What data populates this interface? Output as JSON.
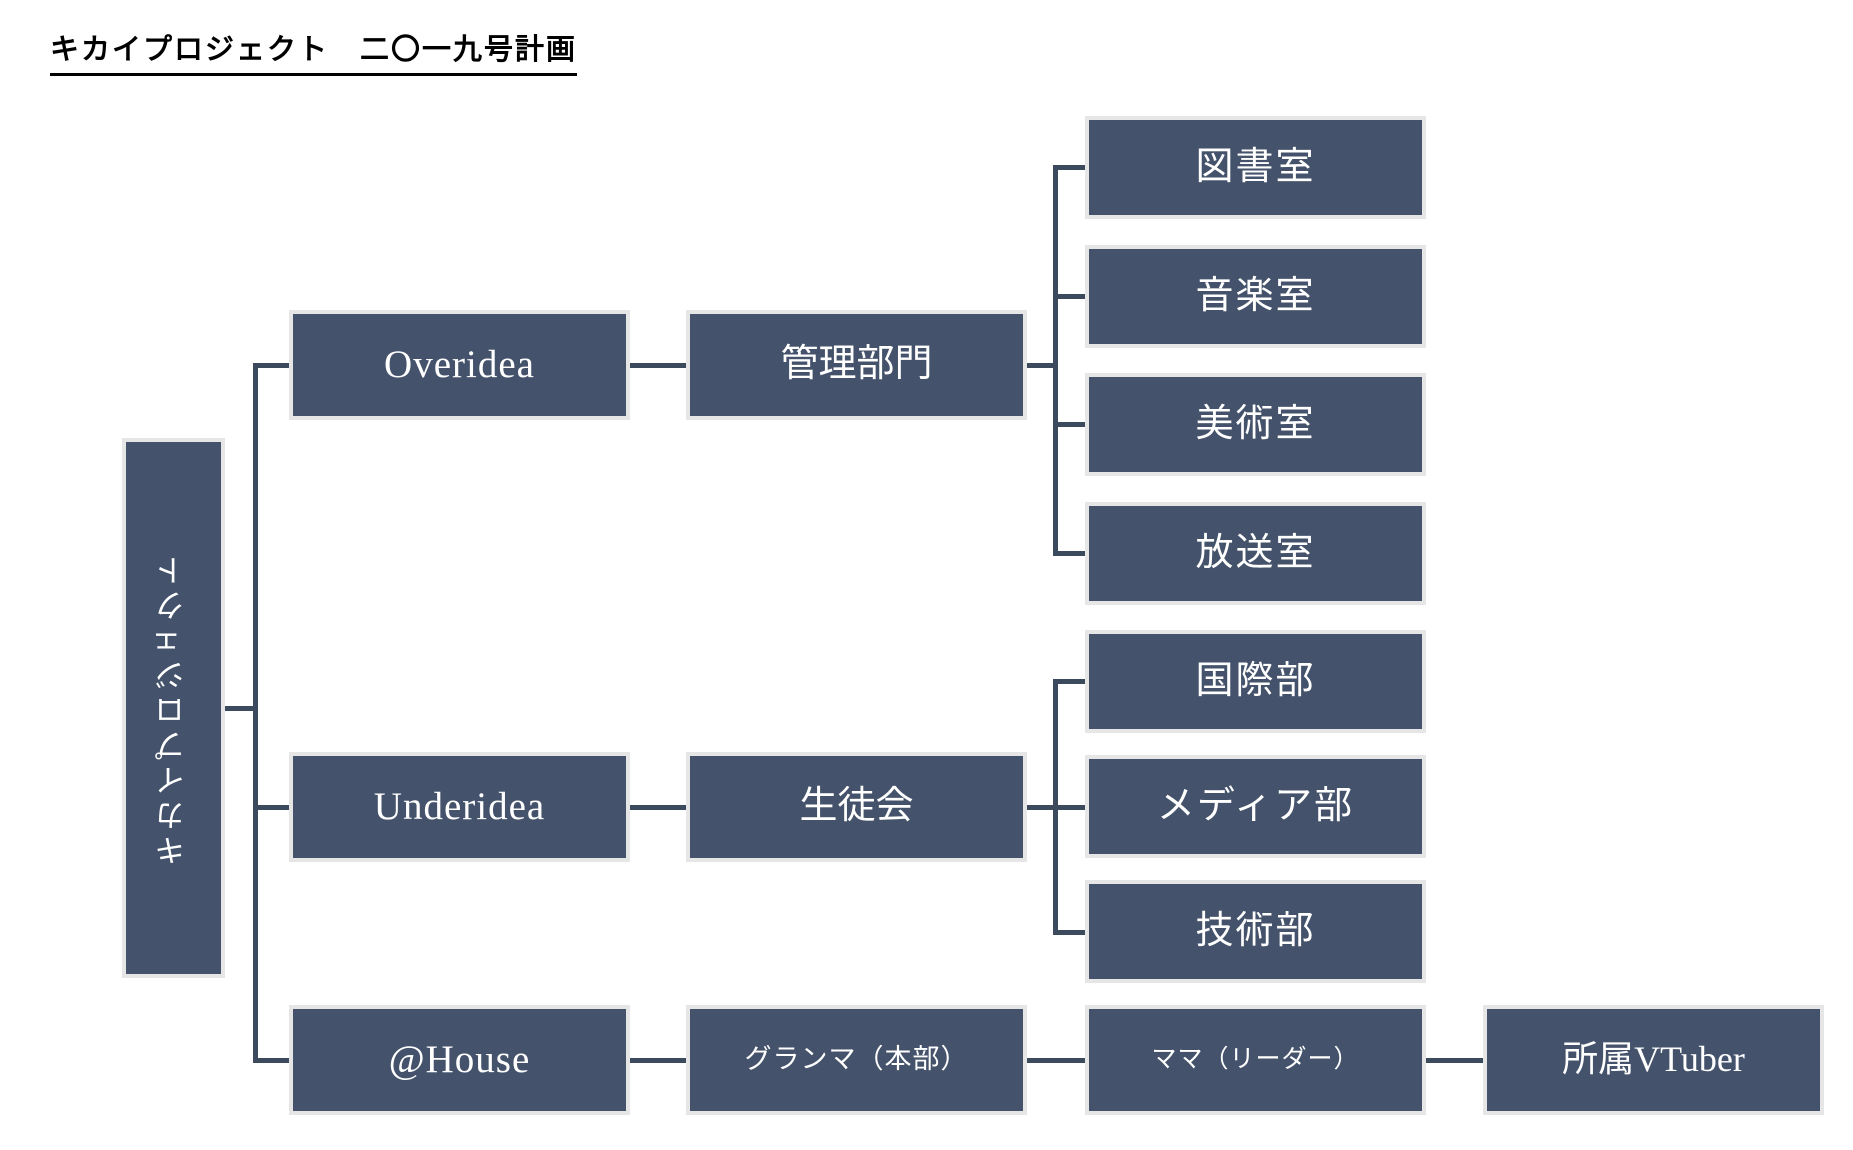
{
  "document": {
    "title": "キカイプロジェクト　二〇一九号計画",
    "type": "organization-chart"
  },
  "colors": {
    "node_fill": "#44536B",
    "node_border": "#E6E6E6",
    "node_text": "#FFFFFF",
    "connector": "#3C4A5E",
    "background": "#FFFFFF",
    "title_text": "#000000"
  },
  "chart_data": {
    "type": "tree",
    "title": "キカイプロジェクト　二〇一九号計画",
    "root": {
      "id": "root",
      "label": "キカイプロジェクト",
      "orientation": "vertical-bottom-to-top",
      "children": [
        {
          "id": "overidea",
          "label": "Overidea",
          "children": [
            {
              "id": "kanri",
              "label": "管理部門",
              "children": [
                {
                  "id": "toshoshitsu",
                  "label": "図書室"
                },
                {
                  "id": "ongakushitsu",
                  "label": "音楽室"
                },
                {
                  "id": "bijutsushitsu",
                  "label": "美術室"
                },
                {
                  "id": "hososhitsu",
                  "label": "放送室"
                }
              ]
            }
          ]
        },
        {
          "id": "underidea",
          "label": "Underidea",
          "children": [
            {
              "id": "seitokai",
              "label": "生徒会",
              "children": [
                {
                  "id": "kokusaibu",
                  "label": "国際部"
                },
                {
                  "id": "mediabu",
                  "label": "メディア部"
                },
                {
                  "id": "gijutsubu",
                  "label": "技術部"
                }
              ]
            }
          ]
        },
        {
          "id": "athouse",
          "label": "@House",
          "children": [
            {
              "id": "granma",
              "label": "グランマ（本部）",
              "children": [
                {
                  "id": "mama",
                  "label": "ママ（リーダー）",
                  "children": [
                    {
                      "id": "vtuber",
                      "label": "所属VTuber"
                    }
                  ]
                }
              ]
            }
          ]
        }
      ]
    }
  },
  "nodes": {
    "root": {
      "label": "キカイプロジェクト"
    },
    "overidea": {
      "label": "Overidea"
    },
    "underidea": {
      "label": "Underidea"
    },
    "athouse": {
      "label": "@House"
    },
    "kanri": {
      "label": "管理部門"
    },
    "seitokai": {
      "label": "生徒会"
    },
    "granma": {
      "label": "グランマ（本部）"
    },
    "toshoshitsu": {
      "label": "図書室"
    },
    "ongakushitsu": {
      "label": "音楽室"
    },
    "bijutsushitsu": {
      "label": "美術室"
    },
    "hososhitsu": {
      "label": "放送室"
    },
    "kokusaibu": {
      "label": "国際部"
    },
    "mediabu": {
      "label": "メディア部"
    },
    "gijutsubu": {
      "label": "技術部"
    },
    "mama": {
      "label": "ママ（リーダー）"
    },
    "vtuber": {
      "label": "所属VTuber"
    }
  }
}
